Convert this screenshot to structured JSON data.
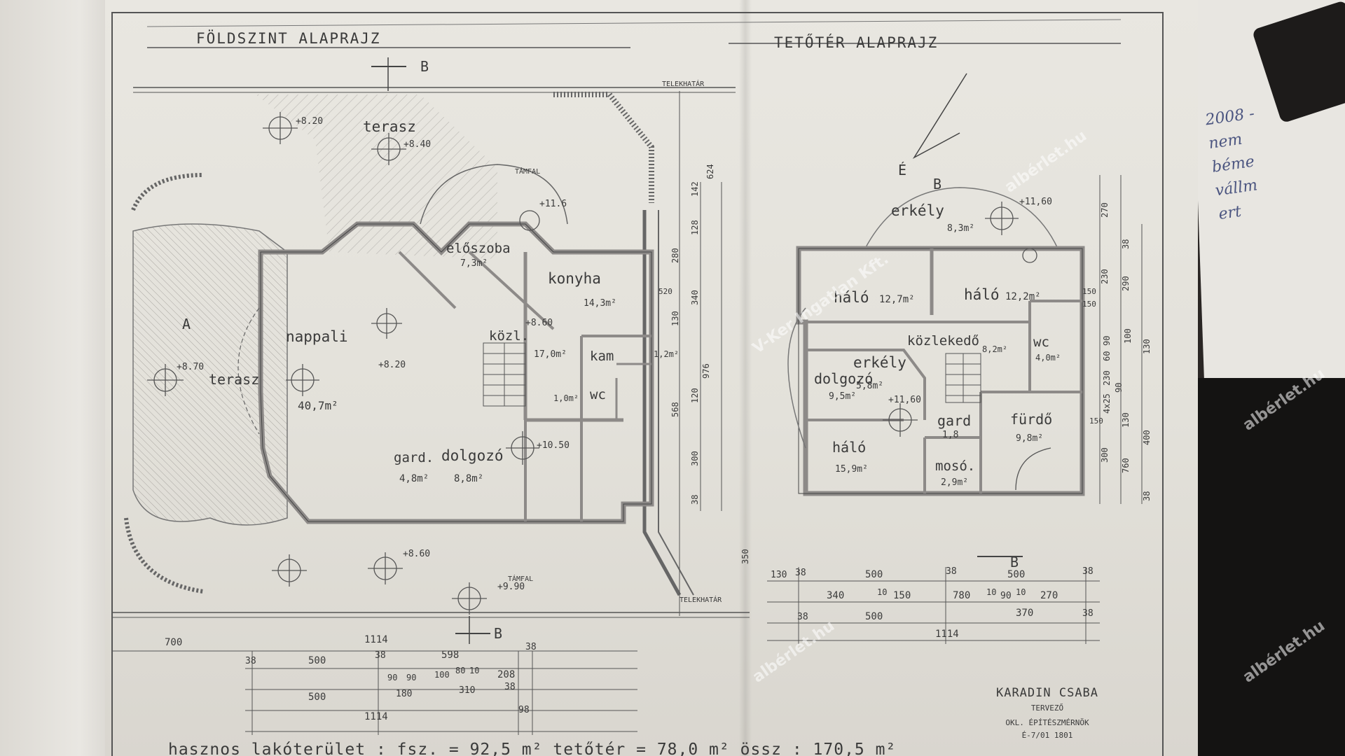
{
  "left_plan": {
    "title": "FÖLDSZINT  ALAPRAJZ",
    "section_mark": "B",
    "section_mark_a": "A",
    "boundary_label": "TELEKHATÁR",
    "wall_label": "TÁMFAL",
    "rooms": [
      {
        "name": "terasz",
        "area": ""
      },
      {
        "name": "előszoba",
        "area": "7,3m²"
      },
      {
        "name": "konyha",
        "area": "14,3m²"
      },
      {
        "name": "nappali",
        "area": "40,7m²"
      },
      {
        "name": "közl.",
        "area": "17,0m²"
      },
      {
        "name": "kam",
        "area": "1,2m²"
      },
      {
        "name": "wc",
        "area": "1,0m²"
      },
      {
        "name": "gard.",
        "area": "4,8m²"
      },
      {
        "name": "dolgozó",
        "area": "8,8m²"
      },
      {
        "name": "terasz",
        "area": ""
      }
    ],
    "levels": [
      "+8.20",
      "+8.40",
      "+8.60",
      "+8.20",
      "+8.70",
      "+10.50",
      "+8.60",
      "+9.90",
      "+11.6"
    ],
    "dims_bottom": [
      "700",
      "1114",
      "38",
      "500",
      "38",
      "598",
      "38",
      "90",
      "90",
      "100",
      "80",
      "10",
      "208",
      "500",
      "180",
      "310",
      "38",
      "1114",
      "98"
    ],
    "dims_right": [
      "624",
      "142",
      "128",
      "280",
      "340",
      "130",
      "520",
      "976",
      "568",
      "120",
      "300",
      "38",
      "350"
    ]
  },
  "right_plan": {
    "title": "TETŐTÉR  ALAPRAJZ",
    "north_label": "É",
    "section_mark": "B",
    "rooms": [
      {
        "name": "erkély",
        "area": "8,3m²"
      },
      {
        "name": "háló",
        "area": "12,7m²"
      },
      {
        "name": "háló",
        "area": "12,2m²"
      },
      {
        "name": "közlekedő",
        "area": "8,2m²"
      },
      {
        "name": "wc",
        "area": "4,0m²"
      },
      {
        "name": "erkély",
        "area": "5,8m²"
      },
      {
        "name": "dolgozó",
        "area": "9,5m²"
      },
      {
        "name": "gard",
        "area": "1,8"
      },
      {
        "name": "fürdő",
        "area": "9,8m²"
      },
      {
        "name": "háló",
        "area": "15,9m²"
      },
      {
        "name": "mosó.",
        "area": "2,9m²"
      }
    ],
    "levels": [
      "+11,60",
      "+11,60"
    ],
    "dims_bottom": [
      "130",
      "38",
      "500",
      "38",
      "500",
      "38",
      "340",
      "10",
      "150",
      "780",
      "10",
      "90",
      "10",
      "270",
      "38",
      "500",
      "370",
      "38",
      "1114"
    ],
    "dims_right": [
      "270",
      "38",
      "230",
      "290",
      "150",
      "150",
      "90",
      "60",
      "130",
      "100",
      "230",
      "4x25",
      "90",
      "130",
      "150",
      "400",
      "760",
      "300",
      "38"
    ]
  },
  "designer": {
    "name": "KARADIN CSABA",
    "role": "TERVEZŐ",
    "title": "OKL. ÉPÍTÉSZMÉRNÖK",
    "code": "É-7/01 1801"
  },
  "footer": {
    "text": "hasznos lakóterület : fsz. = 92,5 m²   tetőtér = 78,0 m²   össz : 170,5 m²"
  },
  "notes": {
    "text": "2008 -\nnem\nbéme\nvállm\nert"
  },
  "watermark": {
    "brand": "albérlet.hu",
    "sub": "V-Ker Ingatlan Kft."
  },
  "colors": {
    "paper": "#e5e3dc",
    "ink": "#3a3a3a",
    "wall": "#8d8a88",
    "hatch": "#b9b6b1",
    "desk": "#141312"
  }
}
